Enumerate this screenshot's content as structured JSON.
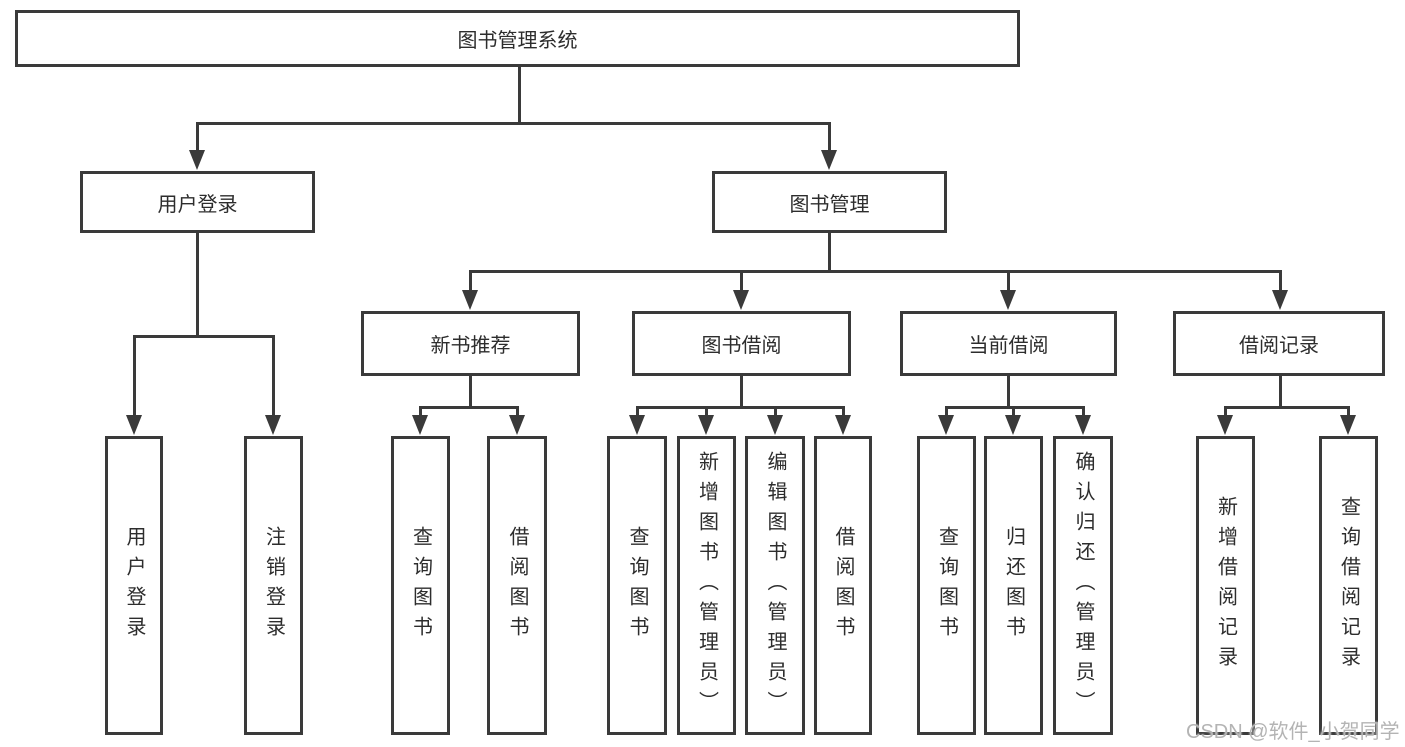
{
  "diagram_title": "图书管理系统",
  "colors": {
    "line": "#3a3a3a",
    "box_border": "#3a3a3a",
    "text": "#2d2d2d",
    "background": "#ffffff",
    "watermark_text": "#b4b4b4"
  },
  "nodes": {
    "root": "图书管理系统",
    "login_group": "用户登录",
    "management_group": "图书管理",
    "recommend_group": "新书推荐",
    "borrow_group": "图书借阅",
    "current_group": "当前借阅",
    "records_group": "借阅记录",
    "leaves": {
      "login_user": "用户登录",
      "login_logout": "注销登录",
      "rec_query": "查询图书",
      "rec_borrow": "借阅图书",
      "bor_query": "查询图书",
      "bor_add": "新增图书（管理员）",
      "bor_edit": "编辑图书（管理员）",
      "bor_borrow": "借阅图书",
      "cur_query": "查询图书",
      "cur_return": "归还图书",
      "cur_confirm": "确认归还（管理员）",
      "recd_add": "新增借阅记录",
      "recd_query": "查询借阅记录"
    }
  },
  "watermark": "CSDN @软件_小贺同学"
}
